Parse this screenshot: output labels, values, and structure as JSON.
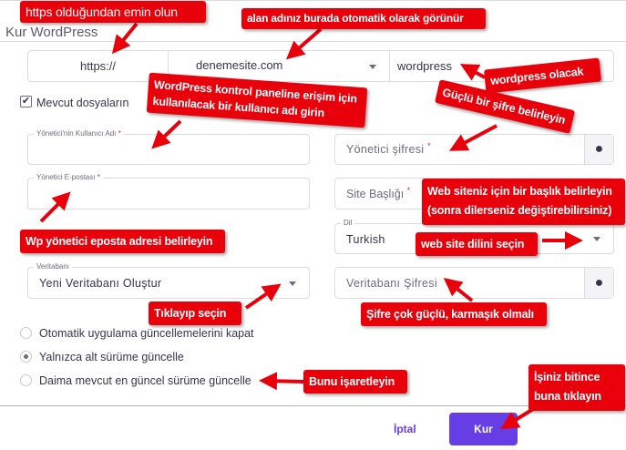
{
  "header": {
    "title": "Kur WordPress"
  },
  "url": {
    "protocol": "https://",
    "domain": "denemesite.com",
    "path": "wordpress"
  },
  "checkbox": {
    "label": "Mevcut dosyaların",
    "checked": true
  },
  "fields": {
    "username_label": "Yönetici'nin Kullanıcı Adı",
    "admin_password_placeholder": "Yönetici şifresi",
    "email_label": "Yönetici E-postası",
    "site_title_placeholder": "Site Başlığı",
    "language_label": "Dil",
    "language_value": "Turkish",
    "database_label": "Veritabanı",
    "database_value": "Yeni Veritabanı Oluştur",
    "db_password_placeholder": "Veritabanı Şifresi",
    "required": "*"
  },
  "updates": [
    {
      "label": "Otomatik uygulama güncellemelerini kapat",
      "selected": false
    },
    {
      "label": "Yalnızca alt sürüme güncelle",
      "selected": true
    },
    {
      "label": "Daima mevcut en güncel sürüme güncelle",
      "selected": false
    }
  ],
  "footer": {
    "cancel": "İptal",
    "install": "Kur"
  },
  "colors": {
    "primary": "#673de6",
    "annotation": "#e8000b"
  },
  "annotations": {
    "https": "https olduğundan emin olun",
    "domain": "alan adınız burada otomatik olarak görünür",
    "path": "wordpress olacak",
    "username": "WordPress kontrol paneline erişim için kullanılacak bir kullanıcı adı girin",
    "password": "Güçlü bir şifre belirleyin",
    "site_title": "Web siteniz için bir başlık belirleyin (sonra dilerseniz değiştirebilirsiniz)",
    "email": "Wp yönetici eposta adresi belirleyin",
    "language": "web site dilini seçin",
    "database": "Tıklayıp seçin",
    "db_password": "Şifre çok güçlü, karmaşık olmalı",
    "update": "Bunu işaretleyin",
    "install": "İşiniz bitince buna tıklayın"
  }
}
